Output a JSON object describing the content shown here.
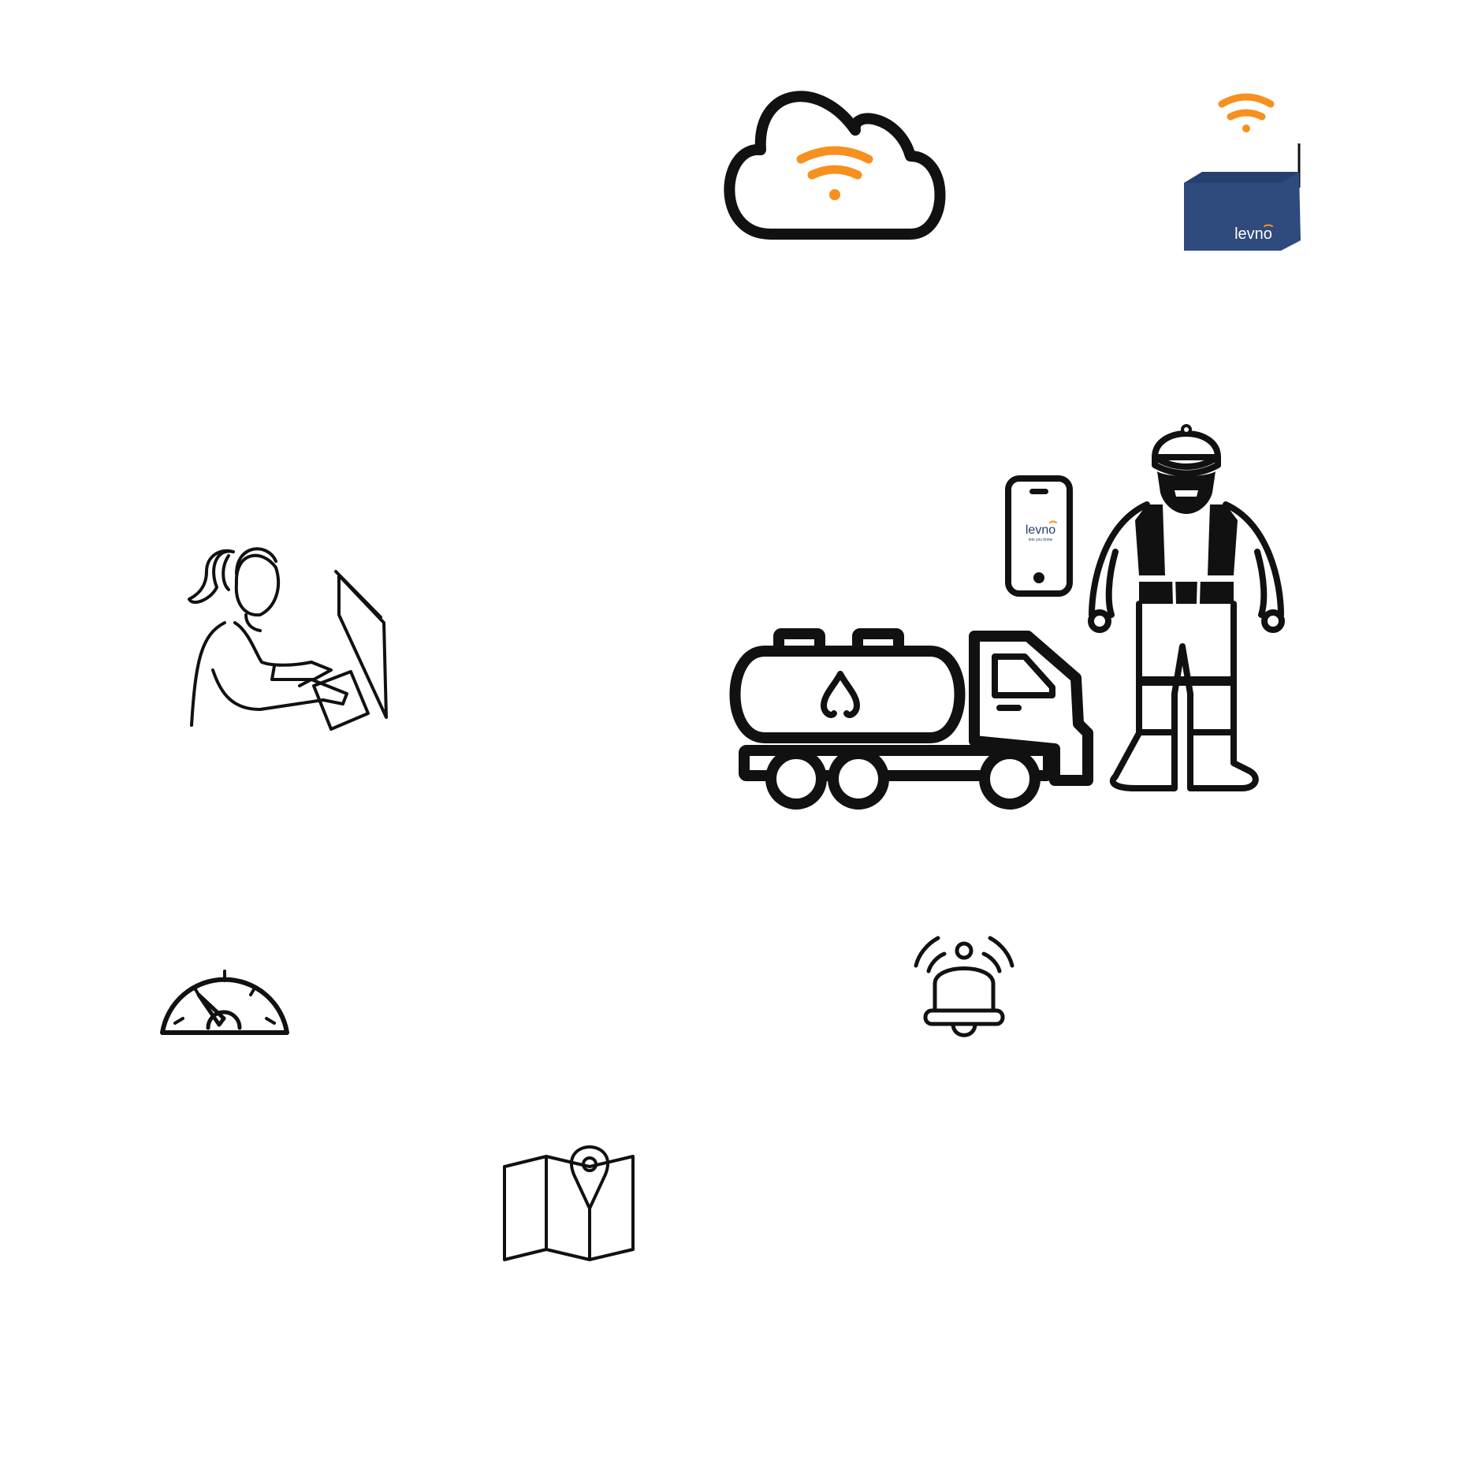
{
  "colors": {
    "accent": "#f7901e",
    "gateway_body": "#2f4a7c",
    "gateway_top": "#25406f",
    "line": "#111111",
    "background": "#ffffff"
  },
  "icons": [
    "cloud-wifi-icon",
    "iot-gateway-icon",
    "office-worker-computer-icon",
    "fuel-tanker-truck-icon",
    "smartphone-app-icon",
    "field-worker-icon",
    "speedometer-gauge-icon",
    "alarm-bell-icon",
    "map-location-pin-icon"
  ],
  "gateway": {
    "brand": "levno"
  },
  "phone": {
    "brand": "levno",
    "tagline": "lets you know"
  }
}
